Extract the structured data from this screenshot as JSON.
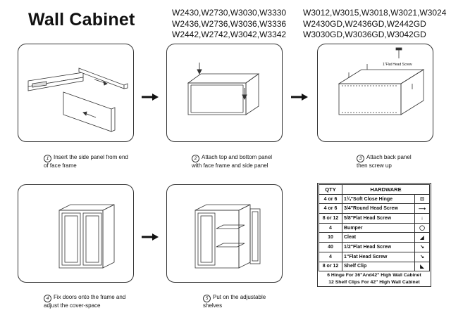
{
  "title": "Wall Cabinet",
  "models": {
    "left": [
      "W2430,W2730,W3030,W3330",
      "W2436,W2736,W3036,W3336",
      "W2442,W2742,W3042,W3342"
    ],
    "right": [
      "W3012,W3015,W3018,W3021,W3024",
      "W2430GD,W2436GD,W2442GD",
      "W3030GD,W3036GD,W3042GD"
    ]
  },
  "steps": [
    {
      "num": "1",
      "text": "Insert the side panel from end of face frame"
    },
    {
      "num": "2",
      "text": "Attach top and bottom panel with face frame and side panel"
    },
    {
      "num": "3",
      "text": "Attach back panel then screw up"
    },
    {
      "num": "4",
      "text": "Fix doors onto the frame and adjust the cover-space"
    },
    {
      "num": "5",
      "text": "Put on the adjustable shelves"
    }
  ],
  "panel3_label": "1\"Flat Head Screw",
  "hardware": {
    "headers": [
      "QTY",
      "HARDWARE"
    ],
    "rows": [
      {
        "qty": "4 or 6",
        "item": "1¾\"Soft Close Hinge",
        "icon": "hinge-icon"
      },
      {
        "qty": "4 or 6",
        "item": "3/4\"Round Head Screw",
        "icon": "round-screw-icon"
      },
      {
        "qty": "8 or 12",
        "item": "5/8\"Flat Head Screw",
        "icon": "flat-screw-icon"
      },
      {
        "qty": "4",
        "item": "Bumper",
        "icon": "bumper-icon"
      },
      {
        "qty": "10",
        "item": "Cleat",
        "icon": "cleat-icon"
      },
      {
        "qty": "40",
        "item": "1/2\"Flat Head Screw",
        "icon": "small-screw-icon"
      },
      {
        "qty": "4",
        "item": "1\"Flat Head Screw",
        "icon": "long-screw-icon"
      },
      {
        "qty": "8 or 12",
        "item": "Shelf Clip",
        "icon": "shelf-clip-icon"
      }
    ],
    "notes": [
      "6 Hinge For 36\"And42\" High Wall Cabinet",
      "12 Shelf Clips For 42\" High Wall Cabinet"
    ]
  }
}
